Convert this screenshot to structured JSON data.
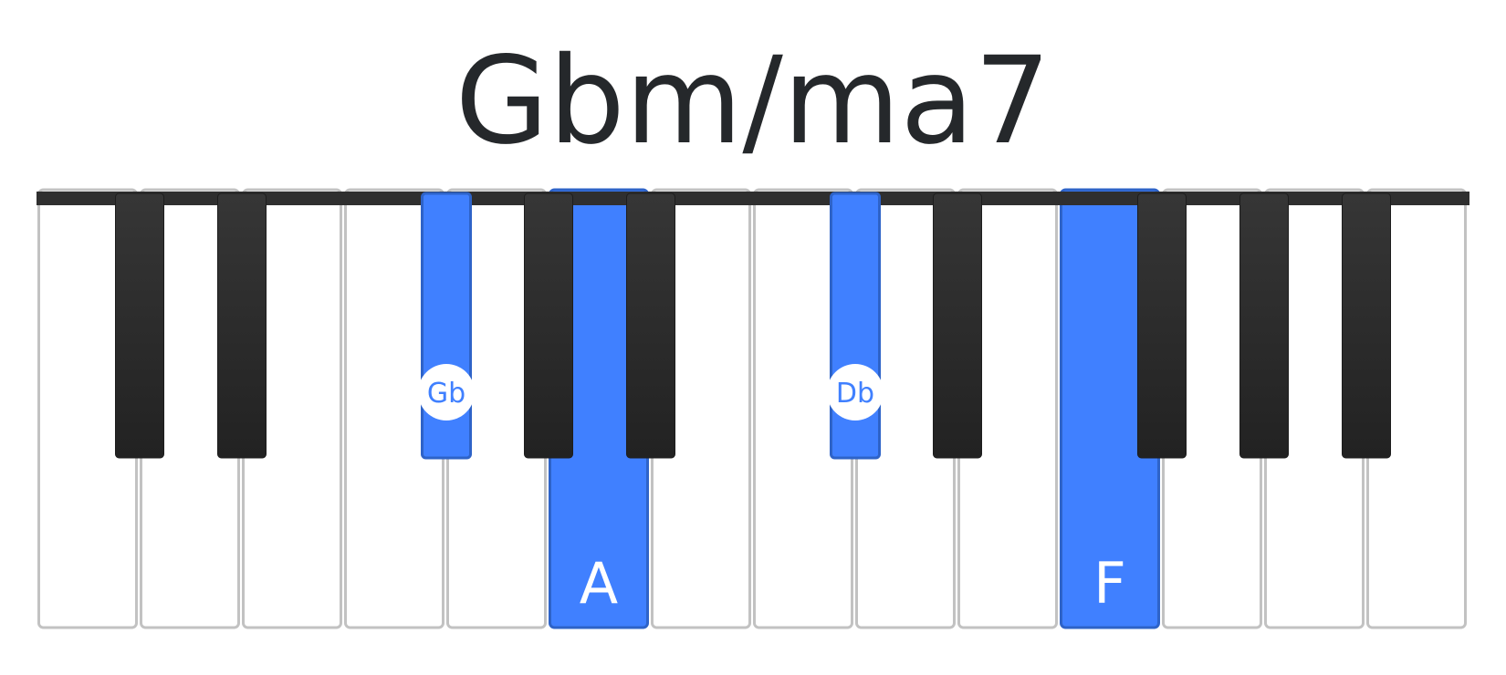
{
  "chord_name": "Gbm/ma7",
  "colors": {
    "highlight": "#4080FF",
    "highlight_border": "#2E63C8",
    "black_key": "#2B2B2B",
    "white_key": "#FFFFFF",
    "white_key_border": "#C2C2C2",
    "top_bar": "#2F2F2F",
    "title": "#25282B"
  },
  "keyboard": {
    "white_keys": [
      {
        "note": "C",
        "highlighted": false,
        "label": ""
      },
      {
        "note": "D",
        "highlighted": false,
        "label": ""
      },
      {
        "note": "E",
        "highlighted": false,
        "label": ""
      },
      {
        "note": "F",
        "highlighted": false,
        "label": ""
      },
      {
        "note": "G",
        "highlighted": false,
        "label": ""
      },
      {
        "note": "A",
        "highlighted": true,
        "label": "A"
      },
      {
        "note": "B",
        "highlighted": false,
        "label": ""
      },
      {
        "note": "C",
        "highlighted": false,
        "label": ""
      },
      {
        "note": "D",
        "highlighted": false,
        "label": ""
      },
      {
        "note": "E",
        "highlighted": false,
        "label": ""
      },
      {
        "note": "F",
        "highlighted": true,
        "label": "F"
      },
      {
        "note": "G",
        "highlighted": false,
        "label": ""
      },
      {
        "note": "A",
        "highlighted": false,
        "label": ""
      },
      {
        "note": "B",
        "highlighted": false,
        "label": ""
      }
    ],
    "black_keys": [
      {
        "note": "C#",
        "after_white_index": 0,
        "highlighted": false,
        "label": ""
      },
      {
        "note": "D#",
        "after_white_index": 1,
        "highlighted": false,
        "label": ""
      },
      {
        "note": "Gb",
        "after_white_index": 3,
        "highlighted": true,
        "label": "Gb"
      },
      {
        "note": "G#",
        "after_white_index": 4,
        "highlighted": false,
        "label": ""
      },
      {
        "note": "A#",
        "after_white_index": 5,
        "highlighted": false,
        "label": ""
      },
      {
        "note": "Db",
        "after_white_index": 7,
        "highlighted": true,
        "label": "Db"
      },
      {
        "note": "D#",
        "after_white_index": 8,
        "highlighted": false,
        "label": ""
      },
      {
        "note": "F#",
        "after_white_index": 10,
        "highlighted": false,
        "label": ""
      },
      {
        "note": "G#",
        "after_white_index": 11,
        "highlighted": false,
        "label": ""
      },
      {
        "note": "A#",
        "after_white_index": 12,
        "highlighted": false,
        "label": ""
      }
    ]
  }
}
